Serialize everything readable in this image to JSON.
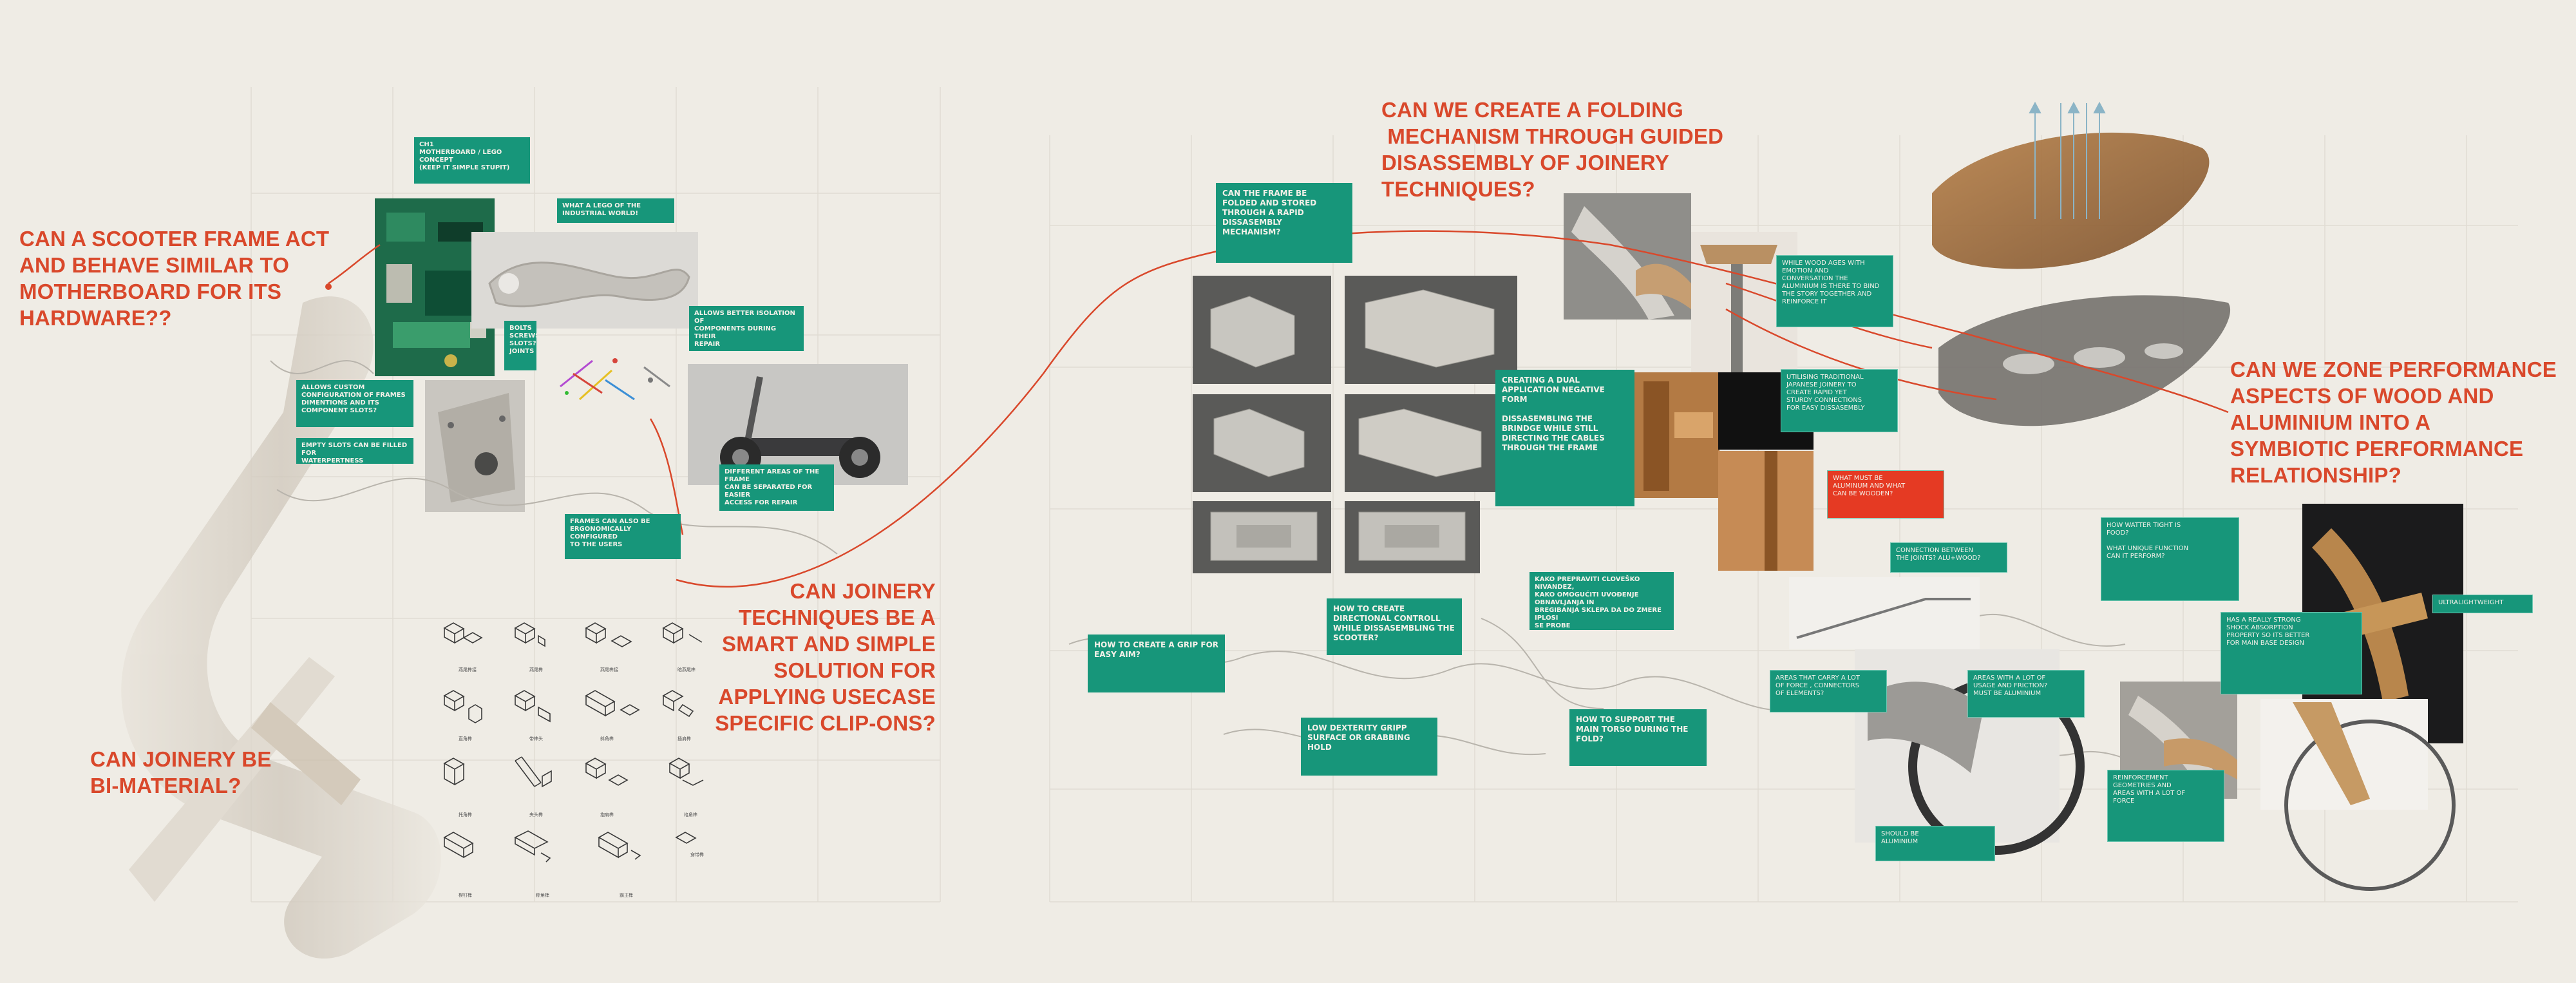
{
  "colors": {
    "background": "#efece5",
    "accent_red": "#d9482b",
    "note_green": "#17967a",
    "note_red": "#e53a23"
  },
  "questions": {
    "scooter_motherboard": "CAN A SCOOTER FRAME ACT\nAND BEHAVE SIMILAR TO\nMOTHERBOARD FOR ITS\nHARDWARE??",
    "joinery_bimaterial": "CAN JOINERY BE\nBI-MATERIAL?",
    "joinery_clipons": "CAN JOINERY\nTECHNIQUES BE A\nSMART AND SIMPLE\nSOLUTION FOR\nAPPLYING USECASE\nSPECIFIC CLIP-ONS?",
    "folding_mechanism": "CAN WE CREATE A FOLDING\n MECHANISM THROUGH GUIDED\nDISASSEMBLY OF JOINERY\nTECHNIQUES?",
    "zone_performance": "CAN WE ZONE PERFORMANCE\nASPECTS OF WOOD AND\nALUMINIUM INTO A\nSYMBIOTIC PERFORMANCE\nRELATIONSHIP?"
  },
  "notes": {
    "ch1": "CH1\nMOTHERBOARD / LEGO CONCEPT\n(KEEP IT SIMPLE STUPIT)",
    "lego_industrial": "WHAT A LEGO OF THE\nINDUSTRIAL WORLD!",
    "bolts_screws": "BOLTS\nSCREWS\nSLOTS?\nJOINTS",
    "isolation": "ALLOWS BETTER ISOLATION OF\nCOMPONENTS DURING THEIR\nREPAIR",
    "custom_config": "ALLOWS CUSTOM\nCONFIGURATION OF FRAMES\nDIMENTIONS AND ITS\nCOMPONENT SLOTS?",
    "empty_slots": "EMPTY SLOTS CAN BE FILLED FOR\nWATERPERTNESS",
    "separated_areas": "DIFFERENT AREAS OF THE FRAME\nCAN BE SEPARATED FOR EASIER\nACCESS FOR REPAIR",
    "ergonomic": "FRAMES CAN ALSO BE\nERGONOMICALLY CONFIGURED\nTO THE USERS",
    "frame_folded": "CAN THE FRAME BE\nFOLDED AND STORED\nTHROUGH A RAPID\nDISSASEMBLY\nMECHANISM?",
    "dual_application": "CREATING A DUAL\nAPPLICATION NEGATIVE\nFORM\n\nDISSASEMBLING THE\nBRINDGE WHILE STILL\nDIRECTING THE CABLES\nTHROUGH THE FRAME",
    "wood_ages": "WHILE WOOD AGES WITH\nEMOTION AND\nCONVERSATION THE\nALUMINIUM IS THERE TO BIND\nTHE STORY TOGETHER AND\nREINFORCE IT",
    "japanese_joinery": "UTILISING TRADITIONAL\nJAPANESE JOINERY TO\nCREATE RAPID YET\nSTURDY CONNECTIONS\nFOR EASY DISSASEMBLY",
    "aluminium_wooden": "WHAT MUST BE\nALUMINUM AND WHAT\nCAN BE WOODEN?",
    "kako_prepraviti": "KAKO PREPRAVITI CLOVEŠKO NIVANDEZ,\nKAKO OMOGUĆITI UVOĐENJE OBNAVLJANJA IN\nBREGIBANJA SKLEPA DA DO ZMERE IPLOSI\nSE PROBE",
    "directional_control": "HOW TO CREATE\nDIRECTIONAL CONTROLL\nWHILE DISSASEMBLING THE\nSCOOTER?",
    "grip_easy_aim": "HOW TO CREATE A GRIP FOR\nEASY AIM?",
    "low_dexterity": "LOW DEXTERITY GRIPP\nSURFACE OR GRABBING\nHOLD",
    "main_torso": "HOW TO SUPPORT THE\nMAIN TORSO DURING THE\nFOLD?",
    "connection_joints": "CONNECTION BETWEEN\nTHE JOINTS? ALU+WOOD?",
    "water_tight": "HOW WATTER TIGHT IS\nFOOD?\n\nWHAT UNIQUE FUNCTION\nCAN IT PERFORM?",
    "ultralightweight": "ULTRALIGHTWEIGHT",
    "shock_absorption": "HAS A REALLY STRONG\nSHOCK ABSORPTION\nPROPERTY SO ITS BETTER\nFOR MAIN BASE DESIGN",
    "force_connectors": "AREAS THAT CARRY A LOT\nOF FORCE , CONNECTORS\nOF ELEMENTS?",
    "usage_friction": "AREAS WITH A LOT OF\nUSAGE AND FRICTION?\nMUST BE ALUMINIUM",
    "should_be_aluminium": "SHOULD BE\nALUMINIUM",
    "reinforcement": "REINFORCEMENT\nGEOMETRIES AND\nAREAS WITH A LOT OF\nFORCE"
  },
  "joint_captions": [
    "燕尾榫接",
    "燕尾榫",
    "燕尾榫接",
    "暗燕尾榫",
    "直角榫",
    "带榫头",
    "斜角榫",
    "插肩榫",
    "托角榫",
    "夹头榫",
    "抱肩榫",
    "格角榫",
    "楔钉榫",
    "粽角榫",
    "霸王榫",
    "穿带榫"
  ]
}
